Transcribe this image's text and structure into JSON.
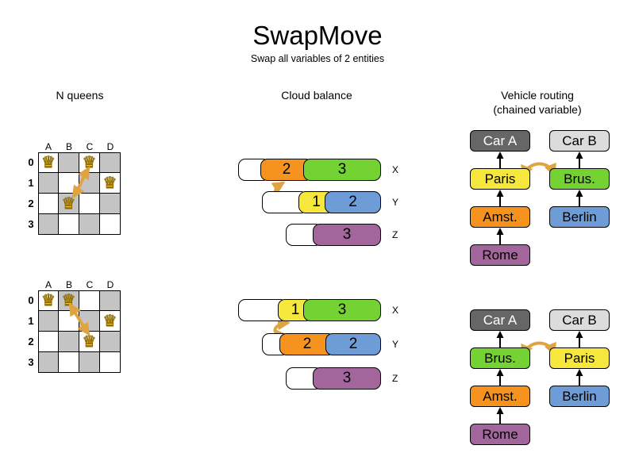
{
  "title": "SwapMove",
  "subtitle": "Swap all variables of 2 entities",
  "colors": {
    "white": "#FFFFFF",
    "orange": "#F6931E",
    "green": "#74D333",
    "yellow": "#F6E73C",
    "blue": "#6D9CD6",
    "purple": "#A2669C",
    "dark_gray": "#666666",
    "light_gray": "#DCDCDC",
    "board_gray": "#C4C4C4",
    "arrow_tan": "#E0A342",
    "queen_gold": "#F2C12E"
  },
  "nqueens": {
    "header": "N queens",
    "columns": [
      "A",
      "B",
      "C",
      "D"
    ],
    "rows": [
      "0",
      "1",
      "2",
      "3"
    ],
    "queen_glyph": "♛",
    "before": {
      "queens": [
        {
          "row": 0,
          "col": 0
        },
        {
          "row": 0,
          "col": 2
        },
        {
          "row": 1,
          "col": 3
        },
        {
          "row": 2,
          "col": 1
        }
      ]
    },
    "after": {
      "queens": [
        {
          "row": 0,
          "col": 0
        },
        {
          "row": 0,
          "col": 1
        },
        {
          "row": 1,
          "col": 3
        },
        {
          "row": 2,
          "col": 2
        }
      ]
    }
  },
  "cloud": {
    "header": "Cloud balance",
    "before": [
      {
        "label": "X",
        "start": 300,
        "segments": [
          {
            "text": "",
            "color": "white",
            "width": 40
          },
          {
            "text": "2",
            "color": "orange",
            "width": 66
          },
          {
            "text": "3",
            "color": "green",
            "width": 98
          }
        ]
      },
      {
        "label": "Y",
        "start": 330,
        "segments": [
          {
            "text": "",
            "color": "white",
            "width": 58
          },
          {
            "text": "1",
            "color": "yellow",
            "width": 45
          },
          {
            "text": "2",
            "color": "blue",
            "width": 71
          }
        ]
      },
      {
        "label": "Z",
        "start": 360,
        "segments": [
          {
            "text": "",
            "color": "white",
            "width": 46
          },
          {
            "text": "3",
            "color": "purple",
            "width": 86
          }
        ]
      }
    ],
    "after": [
      {
        "label": "X",
        "start": 300,
        "segments": [
          {
            "text": "",
            "color": "white",
            "width": 62
          },
          {
            "text": "1",
            "color": "yellow",
            "width": 44
          },
          {
            "text": "3",
            "color": "green",
            "width": 98
          }
        ]
      },
      {
        "label": "Y",
        "start": 330,
        "segments": [
          {
            "text": "",
            "color": "white",
            "width": 34
          },
          {
            "text": "2",
            "color": "orange",
            "width": 70
          },
          {
            "text": "2",
            "color": "blue",
            "width": 70
          }
        ]
      },
      {
        "label": "Z",
        "start": 360,
        "segments": [
          {
            "text": "",
            "color": "white",
            "width": 46
          },
          {
            "text": "3",
            "color": "purple",
            "width": 86
          }
        ]
      }
    ]
  },
  "vehicle": {
    "header_line1": "Vehicle routing",
    "header_line2": "(chained variable)",
    "before": {
      "left": [
        {
          "label": "Car A",
          "color": "dark_gray"
        },
        {
          "label": "Paris",
          "color": "yellow"
        },
        {
          "label": "Amst.",
          "color": "orange"
        },
        {
          "label": "Rome",
          "color": "purple"
        }
      ],
      "right": [
        {
          "label": "Car B",
          "color": "light_gray"
        },
        {
          "label": "Brus.",
          "color": "green"
        },
        {
          "label": "Berlin",
          "color": "blue"
        }
      ]
    },
    "after": {
      "left": [
        {
          "label": "Car A",
          "color": "dark_gray"
        },
        {
          "label": "Brus.",
          "color": "green"
        },
        {
          "label": "Amst.",
          "color": "orange"
        },
        {
          "label": "Rome",
          "color": "purple"
        }
      ],
      "right": [
        {
          "label": "Car B",
          "color": "light_gray"
        },
        {
          "label": "Paris",
          "color": "yellow"
        },
        {
          "label": "Berlin",
          "color": "blue"
        }
      ]
    }
  }
}
